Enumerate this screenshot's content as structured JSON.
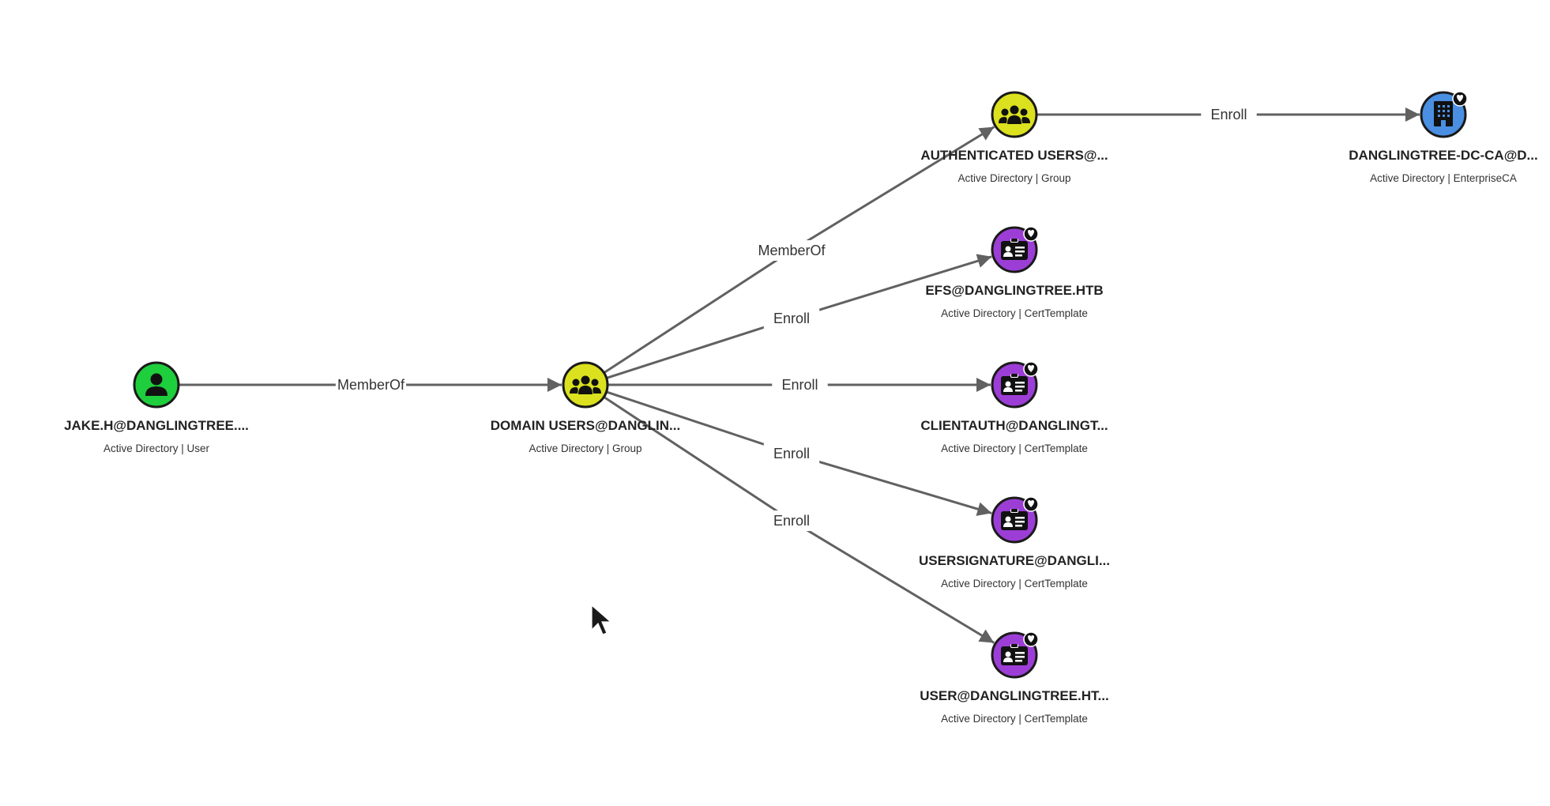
{
  "graph": {
    "colors": {
      "user": "#1fce3c",
      "group": "#dbe11e",
      "certtemplate": "#9c3ed6",
      "enterpriseca": "#4a8fe2",
      "edge": "#616161"
    },
    "nodes": [
      {
        "id": "jake",
        "label": "JAKE.H@DANGLINGTREE....",
        "sublabel": "Active Directory | User",
        "kind": "user",
        "icon": "person-icon",
        "badge": false
      },
      {
        "id": "domain_users",
        "label": "DOMAIN USERS@DANGLIN...",
        "sublabel": "Active Directory | Group",
        "kind": "group",
        "icon": "group-icon",
        "badge": false
      },
      {
        "id": "auth_users",
        "label": "AUTHENTICATED USERS@...",
        "sublabel": "Active Directory | Group",
        "kind": "group",
        "icon": "group-icon",
        "badge": false
      },
      {
        "id": "dc_ca",
        "label": "DANGLINGTREE-DC-CA@D...",
        "sublabel": "Active Directory | EnterpriseCA",
        "kind": "enterpriseca",
        "icon": "building-icon",
        "badge": true
      },
      {
        "id": "efs",
        "label": "EFS@DANGLINGTREE.HTB",
        "sublabel": "Active Directory | CertTemplate",
        "kind": "certtemplate",
        "icon": "id-card-icon",
        "badge": true
      },
      {
        "id": "clientauth",
        "label": "CLIENTAUTH@DANGLINGT...",
        "sublabel": "Active Directory | CertTemplate",
        "kind": "certtemplate",
        "icon": "id-card-icon",
        "badge": true
      },
      {
        "id": "usersignature",
        "label": "USERSIGNATURE@DANGLI...",
        "sublabel": "Active Directory | CertTemplate",
        "kind": "certtemplate",
        "icon": "id-card-icon",
        "badge": true
      },
      {
        "id": "user_tpl",
        "label": "USER@DANGLINGTREE.HT...",
        "sublabel": "Active Directory | CertTemplate",
        "kind": "certtemplate",
        "icon": "id-card-icon",
        "badge": true
      }
    ],
    "edges": [
      {
        "id": "e1",
        "source": "jake",
        "target": "domain_users",
        "label": "MemberOf"
      },
      {
        "id": "e2",
        "source": "domain_users",
        "target": "auth_users",
        "label": "MemberOf"
      },
      {
        "id": "e3",
        "source": "auth_users",
        "target": "dc_ca",
        "label": "Enroll"
      },
      {
        "id": "e4",
        "source": "domain_users",
        "target": "efs",
        "label": "Enroll"
      },
      {
        "id": "e5",
        "source": "domain_users",
        "target": "clientauth",
        "label": "Enroll"
      },
      {
        "id": "e6",
        "source": "domain_users",
        "target": "usersignature",
        "label": "Enroll"
      },
      {
        "id": "e7",
        "source": "domain_users",
        "target": "user_tpl",
        "label": "Enroll"
      }
    ]
  }
}
